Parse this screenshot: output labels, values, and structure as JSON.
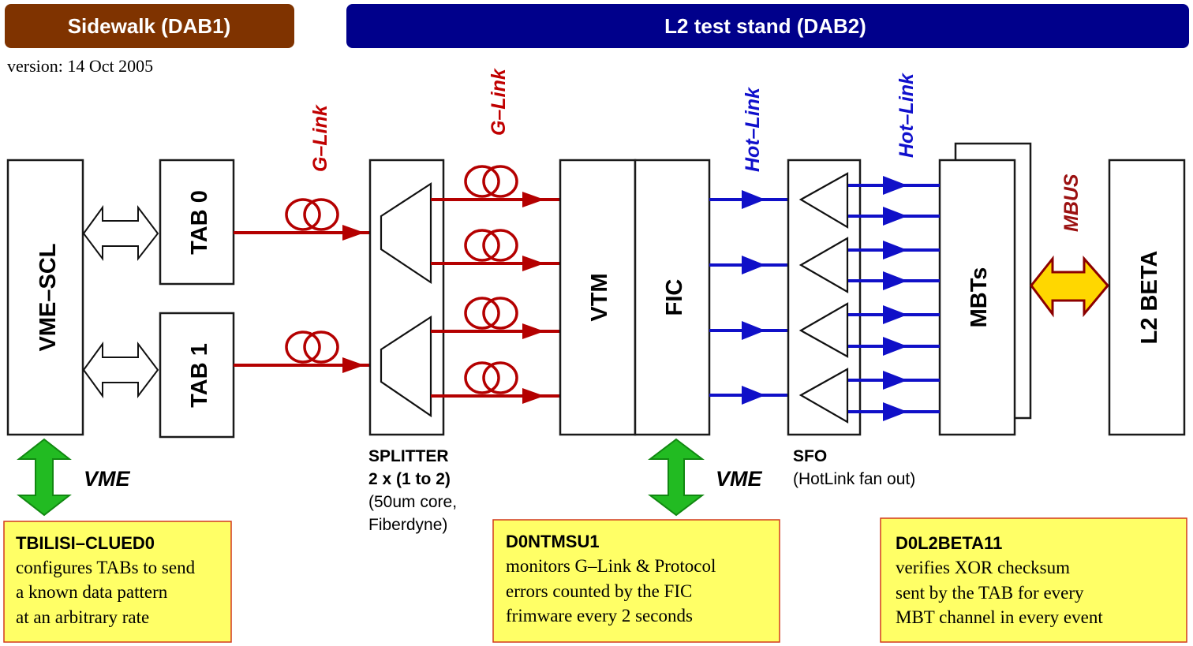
{
  "header": {
    "dab1_title": "Sidewalk (DAB1)",
    "dab2_title": "L2 test stand (DAB2)",
    "version": "version: 14 Oct 2005",
    "colors": {
      "dab1": "#7f3300",
      "dab2": "#00008b"
    }
  },
  "blocks": {
    "vme_scl": "VME–SCL",
    "tab0": "TAB 0",
    "tab1": "TAB 1",
    "vtm": "VTM",
    "fic": "FIC",
    "mbts": "MBTs",
    "l2beta": "L2 BETA"
  },
  "links": {
    "glink_1": "G–Link",
    "glink_2": "G–Link",
    "hotlink_1": "Hot–Link",
    "hotlink_2": "Hot–Link",
    "mbus": "MBUS",
    "vme_left": "VME",
    "vme_right": "VME",
    "colors": {
      "glink": "#b40000",
      "hotlink": "#1010c8",
      "mbus_arrow_fill": "#ffd700",
      "vme_arrow_fill": "#22bb22"
    }
  },
  "captions": {
    "splitter": {
      "title": "SPLITTER",
      "subtitle": "2 x (1 to 2)",
      "line1": "(50um core,",
      "line2": "Fiberdyne)"
    },
    "sfo": {
      "title": "SFO",
      "line1": "(HotLink fan out)"
    }
  },
  "notes": [
    {
      "title": "TBILISI–CLUED0",
      "lines": [
        "configures TABs to send",
        "a known data pattern",
        "at an arbitrary rate"
      ]
    },
    {
      "title": "D0NTMSU1",
      "lines": [
        "monitors G–Link & Protocol",
        "errors counted by the FIC",
        "frimware every 2 seconds"
      ]
    },
    {
      "title": "D0L2BETA11",
      "lines": [
        "verifies XOR checksum",
        "sent by the TAB for every",
        "MBT channel in every event"
      ]
    }
  ]
}
